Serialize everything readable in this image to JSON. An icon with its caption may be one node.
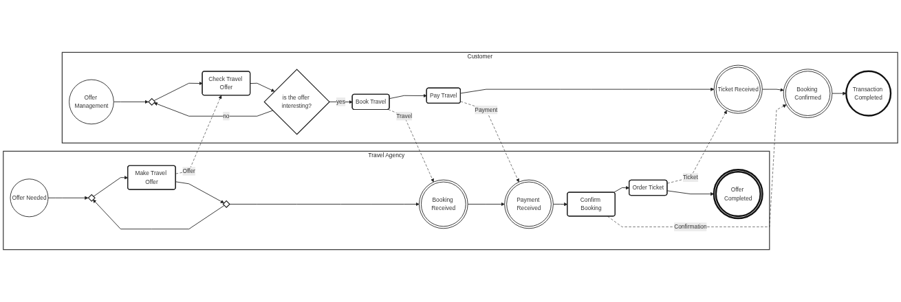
{
  "diagram": {
    "nodes": [
      {
        "text": [
          "Customer"
        ]
      },
      {
        "text": [
          "Offer Management"
        ],
        "in": 0
      },
      {
        "text": [],
        "shape": "diamond",
        "in": 0
      },
      {
        "text": [
          "Check Travel Offer"
        ],
        "in": 0
      },
      {
        "text": [
          "is the offer interesting?"
        ],
        "in": 0
      },
      {
        "text": [
          "Book Travel"
        ],
        "in": 0
      },
      {
        "text": [
          "Pay Travel"
        ],
        "in": 0
      },
      {
        "text": [
          "Ticket Received"
        ],
        "in": 0
      },
      {
        "text": [
          "Booking Confirmed"
        ],
        "in": 0
      },
      {
        "text": [
          "Transaction Completed"
        ],
        "in": 0
      },
      {
        "text": [
          "Travel Agency"
        ]
      },
      {
        "text": [
          "Offer Needed"
        ],
        "in": 10
      },
      {
        "text": [],
        "shape": "diamond",
        "in": 10
      },
      {
        "text": [
          "Make Travel Offer"
        ],
        "in": 10
      },
      {
        "text": [],
        "shape": "diamond",
        "in": 10
      },
      {
        "text": [
          "Booking Received"
        ],
        "in": 10
      },
      {
        "text": [
          "Payment Received"
        ],
        "in": 10
      },
      {
        "text": [
          "Confirm Booking"
        ],
        "in": 10
      },
      {
        "text": [
          "Order Ticket"
        ],
        "in": 10
      },
      {
        "text": [
          "Offer Completed"
        ],
        "in": 10
      }
    ],
    "edges": [
      {
        "from": 1,
        "to": 2,
        "arrow": "to"
      },
      {
        "from": 2,
        "to": 3,
        "arrow": "to"
      },
      {
        "from": 3,
        "to": 4,
        "arrow": "to"
      },
      {
        "from": 4,
        "to": 2,
        "arrow": "to",
        "label": "no"
      },
      {
        "from": 4,
        "to": 5,
        "arrow": "to",
        "label": "yes"
      },
      {
        "from": 5,
        "to": 6,
        "arrow": "to"
      },
      {
        "from": 6,
        "to": 7,
        "arrow": "to"
      },
      {
        "from": 7,
        "to": 8,
        "arrow": "to"
      },
      {
        "from": 8,
        "to": 9,
        "arrow": "to"
      },
      {
        "from": 11,
        "to": 12,
        "arrow": "to"
      },
      {
        "from": 12,
        "to": 13,
        "arrow": "to"
      },
      {
        "from": 13,
        "to": 14,
        "arrow": "to"
      },
      {
        "from": 14,
        "to": 12,
        "arrow": "to"
      },
      {
        "from": 14,
        "to": 15,
        "arrow": "to"
      },
      {
        "from": 15,
        "to": 16,
        "arrow": "to"
      },
      {
        "from": 16,
        "to": 17,
        "arrow": "to"
      },
      {
        "from": 17,
        "to": 18,
        "arrow": "to"
      },
      {
        "from": 18,
        "to": 19,
        "arrow": "to"
      },
      {
        "from": 13,
        "to": 3,
        "arrow": "to",
        "label": "Offer",
        "style": "dashed"
      },
      {
        "from": 5,
        "to": 15,
        "arrow": "to",
        "label": "Travel",
        "style": "dashed"
      },
      {
        "from": 6,
        "to": 16,
        "arrow": "to",
        "label": "Payment",
        "style": "dashed"
      },
      {
        "from": 18,
        "to": 7,
        "arrow": "to",
        "label": "Ticket",
        "style": "dashed"
      },
      {
        "from": 17,
        "to": 8,
        "arrow": "to",
        "label": "Confirmation",
        "style": "dashed"
      }
    ]
  }
}
